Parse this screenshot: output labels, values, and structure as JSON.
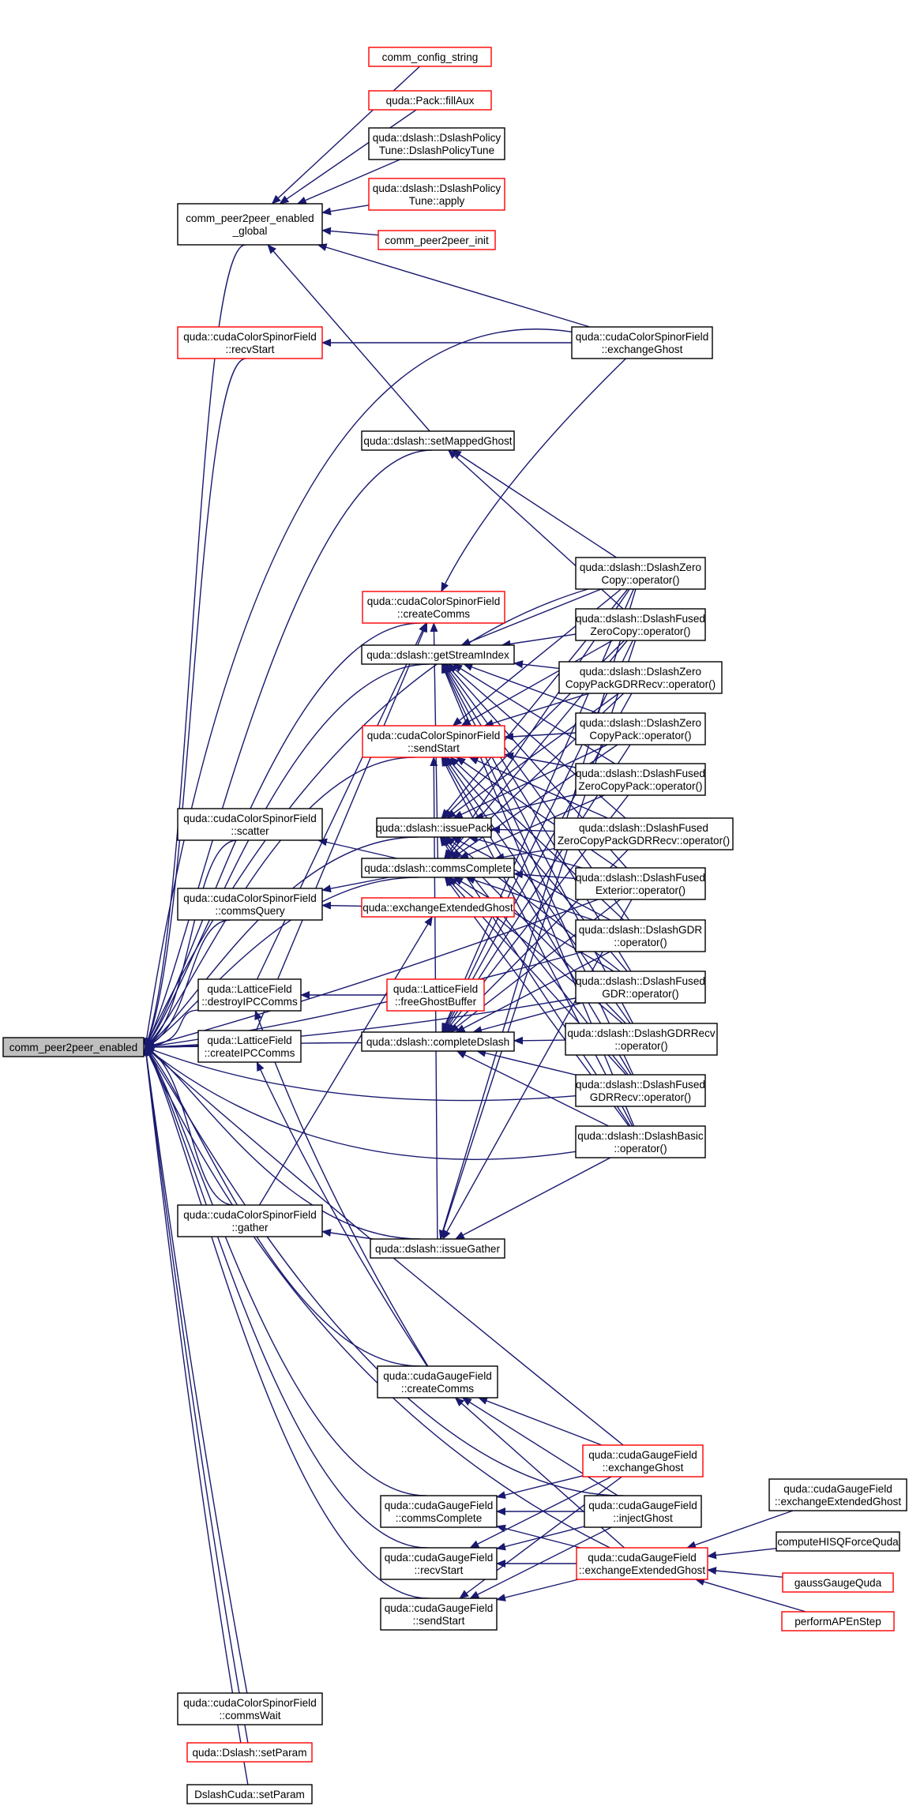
{
  "colors": {
    "edge": "#191970",
    "normal_border": "#000000",
    "doc_border": "#ff0000",
    "focus_fill": "#bfbfbf"
  },
  "nodes": {
    "root": {
      "lines": [
        "comm_peer2peer_enabled"
      ],
      "style": "focus"
    },
    "g": {
      "lines": [
        "comm_peer2peer_enabled",
        "_global"
      ],
      "style": "normal"
    },
    "cfgstr": {
      "lines": [
        "comm_config_string"
      ],
      "style": "doc"
    },
    "fillaux": {
      "lines": [
        "quda::Pack::fillAux"
      ],
      "style": "doc"
    },
    "dptune": {
      "lines": [
        "quda::dslash::DslashPolicy",
        "Tune::DslashPolicyTune"
      ],
      "style": "normal"
    },
    "dpapply": {
      "lines": [
        "quda::dslash::DslashPolicy",
        "Tune::apply"
      ],
      "style": "doc"
    },
    "p2pinit": {
      "lines": [
        "comm_peer2peer_init"
      ],
      "style": "doc"
    },
    "exghost": {
      "lines": [
        "quda::cudaColorSpinorField",
        "::exchangeGhost"
      ],
      "style": "normal"
    },
    "recvstart": {
      "lines": [
        "quda::cudaColorSpinorField",
        "::recvStart"
      ],
      "style": "doc"
    },
    "setmapped": {
      "lines": [
        "quda::dslash::setMappedGhost"
      ],
      "style": "normal"
    },
    "zc": {
      "lines": [
        "quda::dslash::DslashZero",
        "Copy::operator()"
      ],
      "style": "normal"
    },
    "createcomms": {
      "lines": [
        "quda::cudaColorSpinorField",
        "::createComms"
      ],
      "style": "doc"
    },
    "fzc": {
      "lines": [
        "quda::dslash::DslashFused",
        "ZeroCopy::operator()"
      ],
      "style": "normal"
    },
    "getstream": {
      "lines": [
        "quda::dslash::getStreamIndex"
      ],
      "style": "normal"
    },
    "zcpgdr": {
      "lines": [
        "quda::dslash::DslashZero",
        "CopyPackGDRRecv::operator()"
      ],
      "style": "normal"
    },
    "zcp": {
      "lines": [
        "quda::dslash::DslashZero",
        "CopyPack::operator()"
      ],
      "style": "normal"
    },
    "sendstart": {
      "lines": [
        "quda::cudaColorSpinorField",
        "::sendStart"
      ],
      "style": "doc"
    },
    "fzcp": {
      "lines": [
        "quda::dslash::DslashFused",
        "ZeroCopyPack::operator()"
      ],
      "style": "normal"
    },
    "scatter": {
      "lines": [
        "quda::cudaColorSpinorField",
        "::scatter"
      ],
      "style": "normal"
    },
    "issuepack": {
      "lines": [
        "quda::dslash::issuePack"
      ],
      "style": "normal"
    },
    "fzcpgdr": {
      "lines": [
        "quda::dslash::DslashFused",
        "ZeroCopyPackGDRRecv::operator()"
      ],
      "style": "normal"
    },
    "commscomplete": {
      "lines": [
        "quda::dslash::commsComplete"
      ],
      "style": "normal"
    },
    "fext": {
      "lines": [
        "quda::dslash::DslashFused",
        "Exterior::operator()"
      ],
      "style": "normal"
    },
    "commsquery": {
      "lines": [
        "quda::cudaColorSpinorField",
        "::commsQuery"
      ],
      "style": "normal"
    },
    "exext": {
      "lines": [
        "quda::exchangeExtendedGhost"
      ],
      "style": "doc"
    },
    "gdr": {
      "lines": [
        "quda::dslash::DslashGDR",
        "::operator()"
      ],
      "style": "normal"
    },
    "destroyipc": {
      "lines": [
        "quda::LatticeField",
        "::destroyIPCComms"
      ],
      "style": "normal"
    },
    "freeghost": {
      "lines": [
        "quda::LatticeField",
        "::freeGhostBuffer"
      ],
      "style": "doc"
    },
    "fgdr": {
      "lines": [
        "quda::dslash::DslashFused",
        "GDR::operator()"
      ],
      "style": "normal"
    },
    "createipc": {
      "lines": [
        "quda::LatticeField",
        "::createIPCComms"
      ],
      "style": "normal"
    },
    "completedslash": {
      "lines": [
        "quda::dslash::completeDslash"
      ],
      "style": "normal"
    },
    "gdrrecv": {
      "lines": [
        "quda::dslash::DslashGDRRecv",
        "::operator()"
      ],
      "style": "normal"
    },
    "fgdrrecv": {
      "lines": [
        "quda::dslash::DslashFused",
        "GDRRecv::operator()"
      ],
      "style": "normal"
    },
    "basic": {
      "lines": [
        "quda::dslash::DslashBasic",
        "::operator()"
      ],
      "style": "normal"
    },
    "gather": {
      "lines": [
        "quda::cudaColorSpinorField",
        "::gather"
      ],
      "style": "normal"
    },
    "issuegather": {
      "lines": [
        "quda::dslash::issueGather"
      ],
      "style": "normal"
    },
    "gfcreate": {
      "lines": [
        "quda::cudaGaugeField",
        "::createComms"
      ],
      "style": "normal"
    },
    "gfexghost": {
      "lines": [
        "quda::cudaGaugeField",
        "::exchangeGhost"
      ],
      "style": "doc"
    },
    "gfcomplete": {
      "lines": [
        "quda::cudaGaugeField",
        "::commsComplete"
      ],
      "style": "normal"
    },
    "gfinject": {
      "lines": [
        "quda::cudaGaugeField",
        "::injectGhost"
      ],
      "style": "normal"
    },
    "gfext2": {
      "lines": [
        "quda::cudaGaugeField",
        "::exchangeExtendedGhost"
      ],
      "style": "normal"
    },
    "gfrecv": {
      "lines": [
        "quda::cudaGaugeField",
        "::recvStart"
      ],
      "style": "normal"
    },
    "gfext": {
      "lines": [
        "quda::cudaGaugeField",
        "::exchangeExtendedGhost"
      ],
      "style": "doc"
    },
    "hisq": {
      "lines": [
        "computeHISQForceQuda"
      ],
      "style": "normal"
    },
    "gauss": {
      "lines": [
        "gaussGaugeQuda"
      ],
      "style": "doc"
    },
    "gfsend": {
      "lines": [
        "quda::cudaGaugeField",
        "::sendStart"
      ],
      "style": "normal"
    },
    "ape": {
      "lines": [
        "performAPEnStep"
      ],
      "style": "doc"
    },
    "commswait": {
      "lines": [
        "quda::cudaColorSpinorField",
        "::commsWait"
      ],
      "style": "normal"
    },
    "dslashsetparam": {
      "lines": [
        "quda::Dslash::setParam"
      ],
      "style": "doc"
    },
    "cudasetparam": {
      "lines": [
        "DslashCuda::setParam"
      ],
      "style": "normal"
    }
  },
  "edges": [
    [
      "g",
      "root"
    ],
    [
      "cfgstr",
      "g"
    ],
    [
      "fillaux",
      "g"
    ],
    [
      "dptune",
      "g"
    ],
    [
      "dpapply",
      "g"
    ],
    [
      "p2pinit",
      "g"
    ],
    [
      "exghost",
      "g"
    ],
    [
      "setmapped",
      "g"
    ],
    [
      "recvstart",
      "root"
    ],
    [
      "exghost",
      "recvstart"
    ],
    [
      "exghost",
      "root"
    ],
    [
      "setmapped",
      "root"
    ],
    [
      "zc",
      "setmapped"
    ],
    [
      "fzc",
      "setmapped"
    ],
    [
      "createcomms",
      "root"
    ],
    [
      "exghost",
      "createcomms"
    ],
    [
      "getstream",
      "root"
    ],
    [
      "sendstart",
      "root"
    ],
    [
      "issuepack",
      "root"
    ],
    [
      "scatter",
      "root"
    ],
    [
      "commscomplete",
      "root"
    ],
    [
      "commsquery",
      "root"
    ],
    [
      "destroyipc",
      "root"
    ],
    [
      "createipc",
      "root"
    ],
    [
      "completedslash",
      "root"
    ],
    [
      "gather",
      "root"
    ],
    [
      "issuegather",
      "root"
    ],
    [
      "gfcreate",
      "root"
    ],
    [
      "gfexghost",
      "root"
    ],
    [
      "gfinject",
      "root"
    ],
    [
      "gfcomplete",
      "root"
    ],
    [
      "gfrecv",
      "root"
    ],
    [
      "gfsend",
      "root"
    ],
    [
      "gfext",
      "root"
    ],
    [
      "commswait",
      "root"
    ],
    [
      "dslashsetparam",
      "root"
    ],
    [
      "cudasetparam",
      "root"
    ],
    [
      "zc",
      "root"
    ],
    [
      "fext",
      "root"
    ],
    [
      "basic",
      "root"
    ],
    [
      "gdr",
      "root"
    ],
    [
      "fgdrrecv",
      "root"
    ],
    [
      "fgdr",
      "root"
    ],
    [
      "zc",
      "getstream"
    ],
    [
      "fzc",
      "getstream"
    ],
    [
      "zcpgdr",
      "getstream"
    ],
    [
      "zcp",
      "getstream"
    ],
    [
      "fzcp",
      "getstream"
    ],
    [
      "fzcpgdr",
      "getstream"
    ],
    [
      "fext",
      "getstream"
    ],
    [
      "gdr",
      "getstream"
    ],
    [
      "fgdr",
      "getstream"
    ],
    [
      "gdrrecv",
      "getstream"
    ],
    [
      "fgdrrecv",
      "getstream"
    ],
    [
      "basic",
      "getstream"
    ],
    [
      "zc",
      "sendstart"
    ],
    [
      "fzc",
      "sendstart"
    ],
    [
      "zcpgdr",
      "sendstart"
    ],
    [
      "zcp",
      "sendstart"
    ],
    [
      "fzcp",
      "sendstart"
    ],
    [
      "fzcpgdr",
      "sendstart"
    ],
    [
      "fext",
      "sendstart"
    ],
    [
      "gdr",
      "sendstart"
    ],
    [
      "fgdr",
      "sendstart"
    ],
    [
      "gdrrecv",
      "sendstart"
    ],
    [
      "fgdrrecv",
      "sendstart"
    ],
    [
      "basic",
      "sendstart"
    ],
    [
      "zc",
      "issuepack"
    ],
    [
      "fzc",
      "issuepack"
    ],
    [
      "zcpgdr",
      "issuepack"
    ],
    [
      "zcp",
      "issuepack"
    ],
    [
      "fzcp",
      "issuepack"
    ],
    [
      "fzcpgdr",
      "issuepack"
    ],
    [
      "fext",
      "issuepack"
    ],
    [
      "gdr",
      "issuepack"
    ],
    [
      "fgdr",
      "issuepack"
    ],
    [
      "gdrrecv",
      "issuepack"
    ],
    [
      "fgdrrecv",
      "issuepack"
    ],
    [
      "basic",
      "issuepack"
    ],
    [
      "commscomplete",
      "scatter"
    ],
    [
      "commscomplete",
      "commsquery"
    ],
    [
      "exext",
      "commsquery"
    ],
    [
      "commscomplete",
      "createcomms"
    ],
    [
      "zc",
      "commscomplete"
    ],
    [
      "fzc",
      "commscomplete"
    ],
    [
      "zcpgdr",
      "commscomplete"
    ],
    [
      "zcp",
      "commscomplete"
    ],
    [
      "fzcp",
      "commscomplete"
    ],
    [
      "fzcpgdr",
      "commscomplete"
    ],
    [
      "fext",
      "commscomplete"
    ],
    [
      "gdr",
      "commscomplete"
    ],
    [
      "fgdr",
      "commscomplete"
    ],
    [
      "gdrrecv",
      "commscomplete"
    ],
    [
      "fgdrrecv",
      "commscomplete"
    ],
    [
      "basic",
      "commscomplete"
    ],
    [
      "zc",
      "completedslash"
    ],
    [
      "fzc",
      "completedslash"
    ],
    [
      "zcpgdr",
      "completedslash"
    ],
    [
      "zcp",
      "completedslash"
    ],
    [
      "fzcp",
      "completedslash"
    ],
    [
      "fzcpgdr",
      "completedslash"
    ],
    [
      "fext",
      "completedslash"
    ],
    [
      "gdr",
      "completedslash"
    ],
    [
      "fgdr",
      "completedslash"
    ],
    [
      "gdrrecv",
      "completedslash"
    ],
    [
      "fgdrrecv",
      "completedslash"
    ],
    [
      "basic",
      "completedslash"
    ],
    [
      "freeghost",
      "destroyipc"
    ],
    [
      "gfcreate",
      "destroyipc"
    ],
    [
      "destroyipc",
      "createcomms"
    ],
    [
      "gfcreate",
      "createipc"
    ],
    [
      "createipc",
      "createcomms"
    ],
    [
      "issuegather",
      "gather"
    ],
    [
      "gather",
      "exext"
    ],
    [
      "zc",
      "issuegather"
    ],
    [
      "fzc",
      "issuegather"
    ],
    [
      "fext",
      "issuegather"
    ],
    [
      "basic",
      "issuegather"
    ],
    [
      "issuegather",
      "sendstart"
    ],
    [
      "gfexghost",
      "gfcreate"
    ],
    [
      "gfinject",
      "gfcreate"
    ],
    [
      "gfext",
      "gfcreate"
    ],
    [
      "gfexghost",
      "gfcomplete"
    ],
    [
      "gfinject",
      "gfcomplete"
    ],
    [
      "gfext",
      "gfcomplete"
    ],
    [
      "gfexghost",
      "gfrecv"
    ],
    [
      "gfinject",
      "gfrecv"
    ],
    [
      "gfext",
      "gfrecv"
    ],
    [
      "gfexghost",
      "gfsend"
    ],
    [
      "gfinject",
      "gfsend"
    ],
    [
      "gfext",
      "gfsend"
    ],
    [
      "gfext2",
      "gfext"
    ],
    [
      "hisq",
      "gfext"
    ],
    [
      "gauss",
      "gfext"
    ],
    [
      "ape",
      "gfext"
    ]
  ]
}
